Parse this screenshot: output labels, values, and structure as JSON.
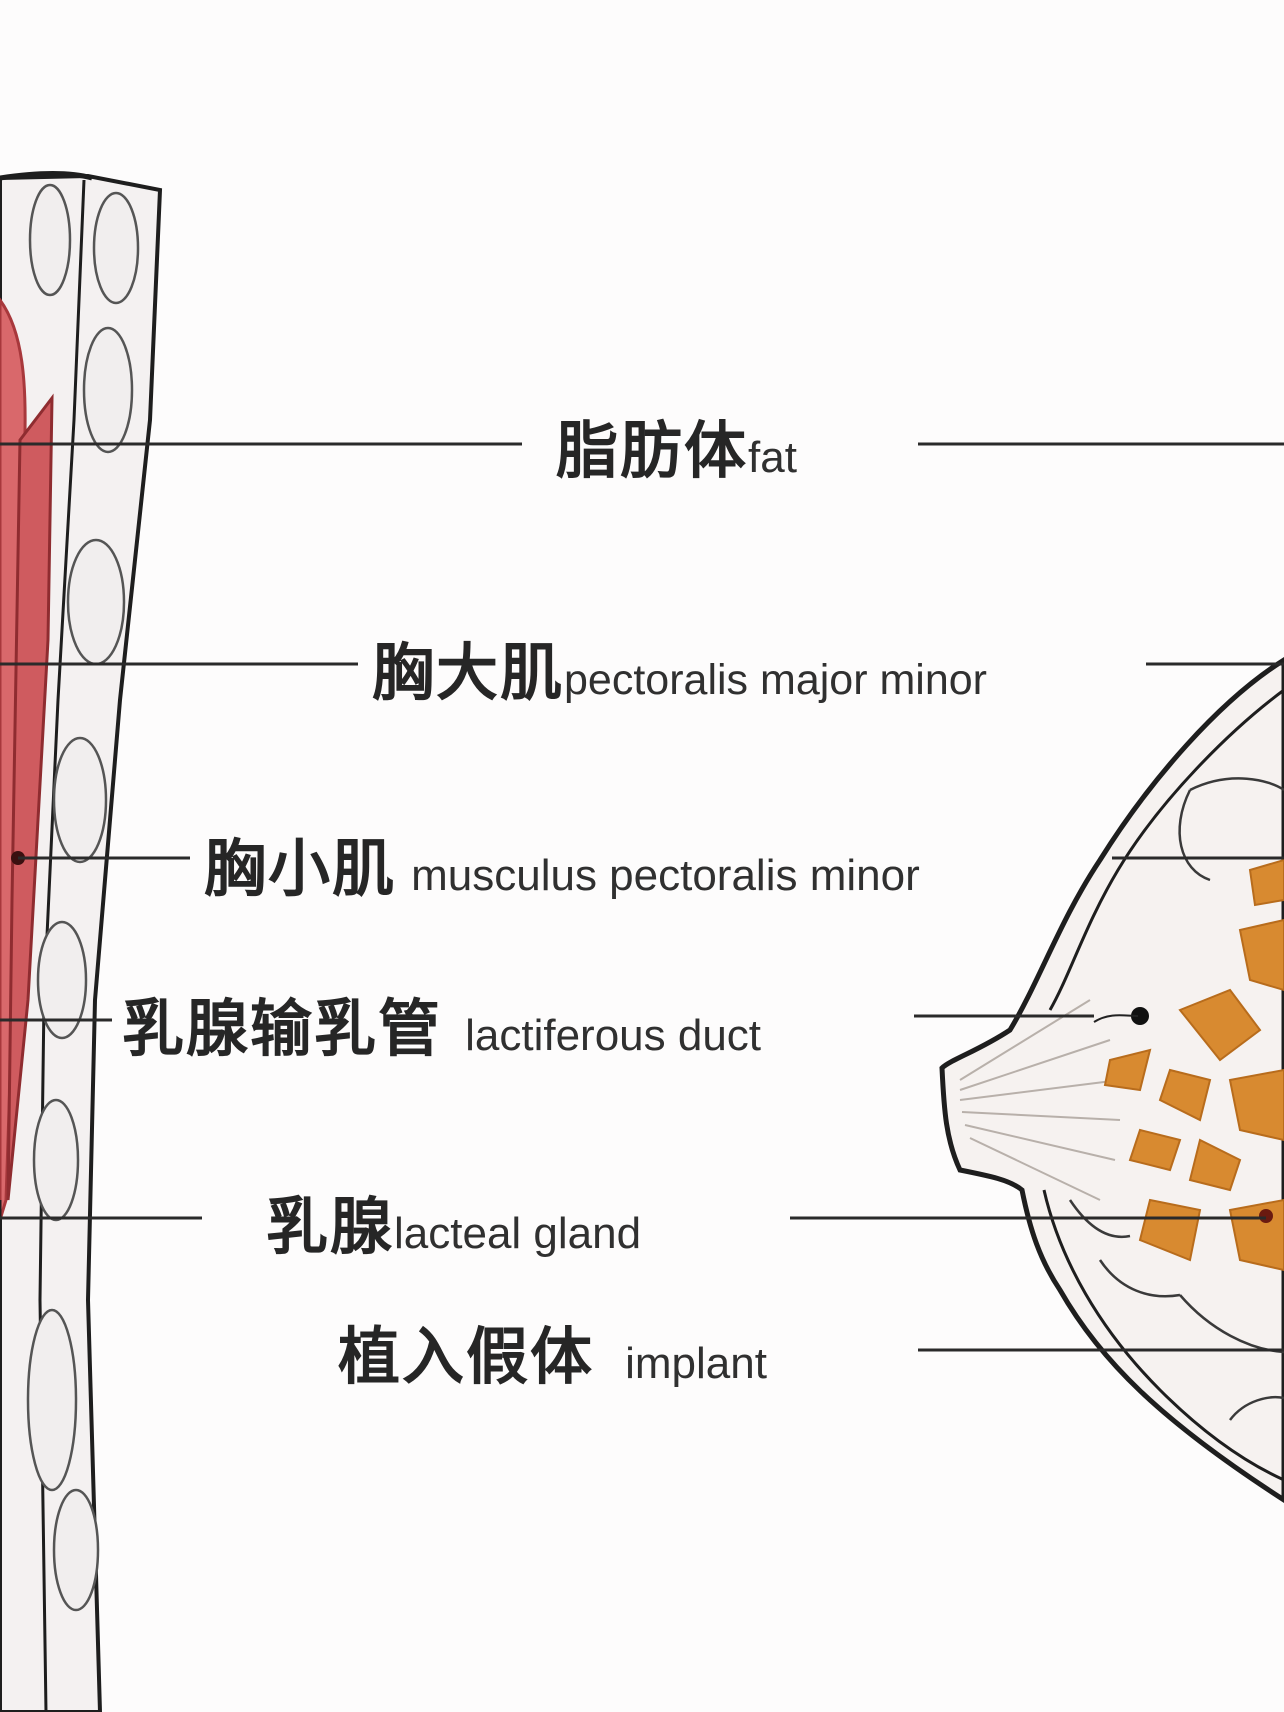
{
  "labels": [
    {
      "id": "fat",
      "zh": "脂肪体",
      "en": "fat"
    },
    {
      "id": "pectoralis-major",
      "zh": "胸大肌",
      "en": "pectoralis major minor"
    },
    {
      "id": "pectoralis-minor",
      "zh": "胸小肌",
      "en": "musculus pectoralis minor"
    },
    {
      "id": "lactiferous-duct",
      "zh": "乳腺输乳管",
      "en": "lactiferous duct"
    },
    {
      "id": "lacteal-gland",
      "zh": "乳腺",
      "en": "lacteal gland"
    },
    {
      "id": "implant",
      "zh": "植入假体",
      "en": "implant"
    }
  ],
  "colors": {
    "muscle": "#d9686b",
    "muscle_dark": "#a8383c",
    "gland": "#d88a30",
    "gland_dark": "#b86c1c",
    "outline": "#1e1e1e",
    "leader_line": "#2a2a2a",
    "background": "#fdfcfc"
  }
}
